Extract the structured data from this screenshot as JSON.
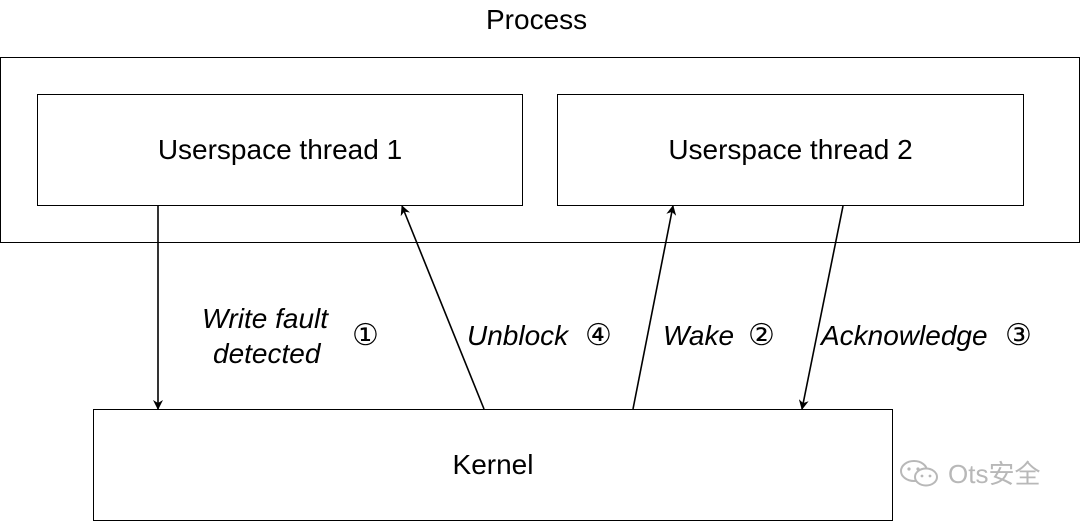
{
  "process": {
    "title": "Process"
  },
  "threads": {
    "thread1": "Userspace thread 1",
    "thread2": "Userspace thread 2"
  },
  "kernel": {
    "label": "Kernel"
  },
  "edges": {
    "write_fault_line1": "Write fault",
    "write_fault_line2": "detected",
    "write_fault_step": "①",
    "unblock": "Unblock",
    "unblock_step": "④",
    "wake": "Wake",
    "wake_step": "②",
    "acknowledge": "Acknowledge",
    "acknowledge_step": "③"
  },
  "watermark": {
    "text": "Ots安全",
    "icon": "wechat-icon"
  },
  "colors": {
    "stroke": "#000000",
    "watermark": "#b8b8b8"
  }
}
